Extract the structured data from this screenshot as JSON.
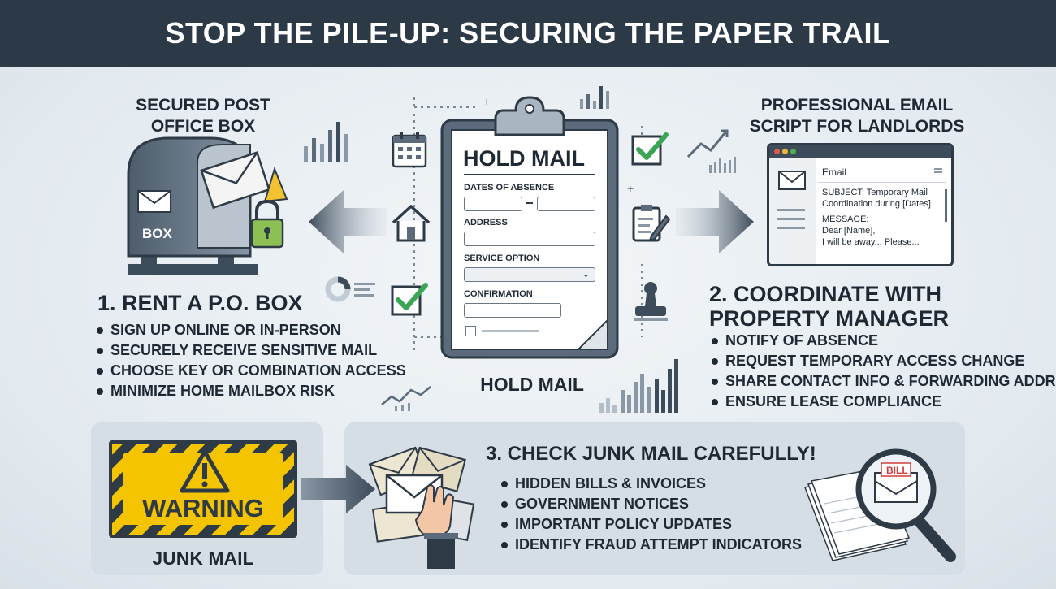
{
  "header": {
    "title": "STOP THE PILE-UP: SECURING THE PAPER TRAIL"
  },
  "po_box": {
    "caption_line1": "SECURED POST",
    "caption_line2": "OFFICE BOX",
    "box_label": "BOX"
  },
  "step1": {
    "title": "1. RENT A P.O. BOX",
    "bullets": [
      "SIGN UP ONLINE OR IN-PERSON",
      "SECURELY RECEIVE SENSITIVE MAIL",
      "CHOOSE KEY OR COMBINATION ACCESS",
      "MINIMIZE HOME MAILBOX RISK"
    ]
  },
  "hold_form": {
    "title": "HOLD MAIL",
    "dates_label": "DATES OF ABSENCE",
    "address_label": "ADDRESS",
    "service_label": "SERVICE OPTION",
    "confirmation_label": "CONFIRMATION",
    "caption": "HOLD MAIL"
  },
  "email": {
    "caption_line1": "PROFESSIONAL EMAIL",
    "caption_line2": "SCRIPT FOR LANDLORDS",
    "window_title": "Email",
    "subject_line1": "SUBJECT: Temporary Mail",
    "subject_line2": "Coordination during [Dates]",
    "message_label": "MESSAGE:",
    "message_line1": "Dear [Name],",
    "message_line2": "I will be away... Please..."
  },
  "step2": {
    "title_line1": "2. COORDINATE WITH",
    "title_line2": "PROPERTY MANAGER",
    "bullets": [
      "NOTIFY OF ABSENCE",
      "REQUEST TEMPORARY ACCESS CHANGE",
      "SHARE CONTACT INFO & FORWARDING ADDRESS",
      "ENSURE LEASE COMPLIANCE"
    ]
  },
  "warning": {
    "sign_text": "WARNING",
    "caption": "JUNK MAIL"
  },
  "step3": {
    "title": "3. CHECK JUNK MAIL CAREFULLY!",
    "bullets": [
      "HIDDEN BILLS & INVOICES",
      "GOVERNMENT NOTICES",
      "IMPORTANT POLICY UPDATES",
      "IDENTIFY FRAUD ATTEMPT INDICATORS"
    ],
    "bill_label": "BILL"
  },
  "colors": {
    "banner": "#2c3a47",
    "accent_green": "#3aa655",
    "warning_yellow": "#f5c400",
    "slate": "#5b6b7b"
  }
}
